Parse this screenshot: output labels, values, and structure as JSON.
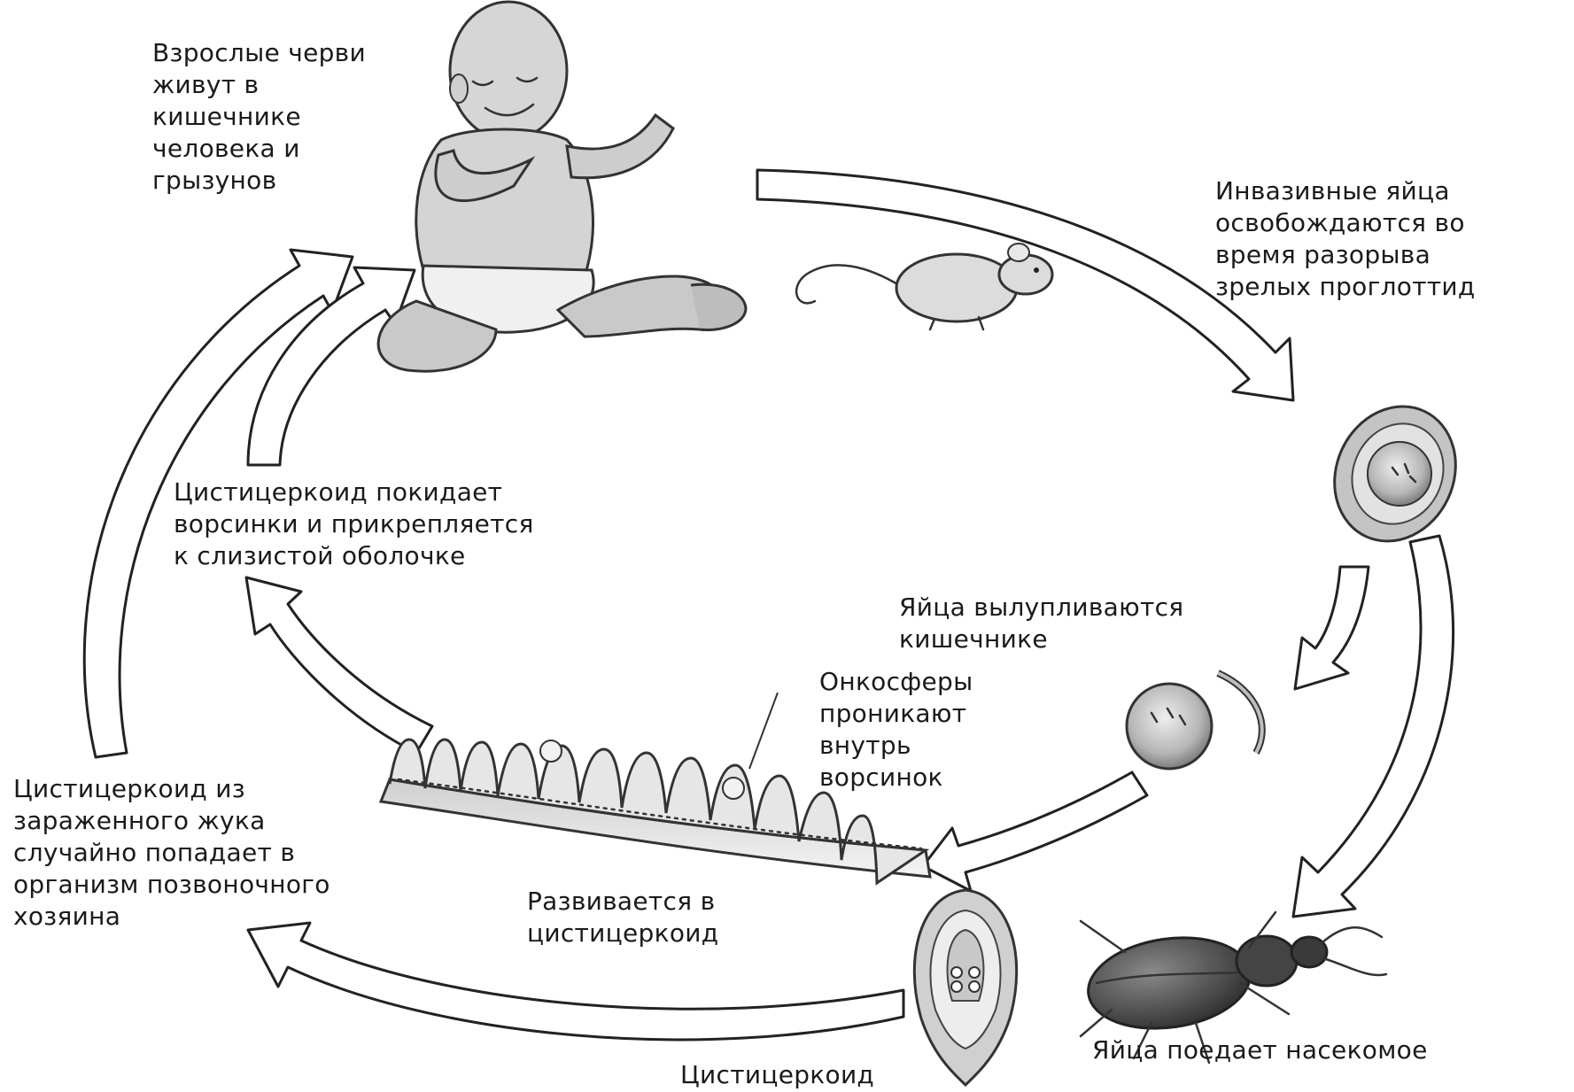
{
  "labels": {
    "adults": "Взрослые черви\nживут в\nкишечнике\nчеловека и\nгрызунов",
    "eggs_released": "Инвазивные яйца\nосвобождаются во\nвремя разорыва\nзрелых проглоттид",
    "leaves_villi": "Цистицеркоид покидает\nворсинки и прикрепляется\nк слизистой оболочке",
    "eggs_hatch": "Яйца вылупливаются\nкишечнике",
    "oncospheres": "Онкосферы\nпроникают\nвнутрь\nворсинок",
    "accidental": "Цистицеркоид из\nзараженного жука\nслучайно попадает в\nорганизм позвоночного\nхозяина",
    "develops": "Развивается в\nцистицеркоид",
    "insect_eats": "Яйца поедает насекомое",
    "cysticercoid": "Цистицеркоид"
  },
  "colors": {
    "ink": "#222222",
    "body_fill": "#d8d8d8",
    "shade": "#9a9a9a",
    "arrow_fill": "#ffffff"
  }
}
